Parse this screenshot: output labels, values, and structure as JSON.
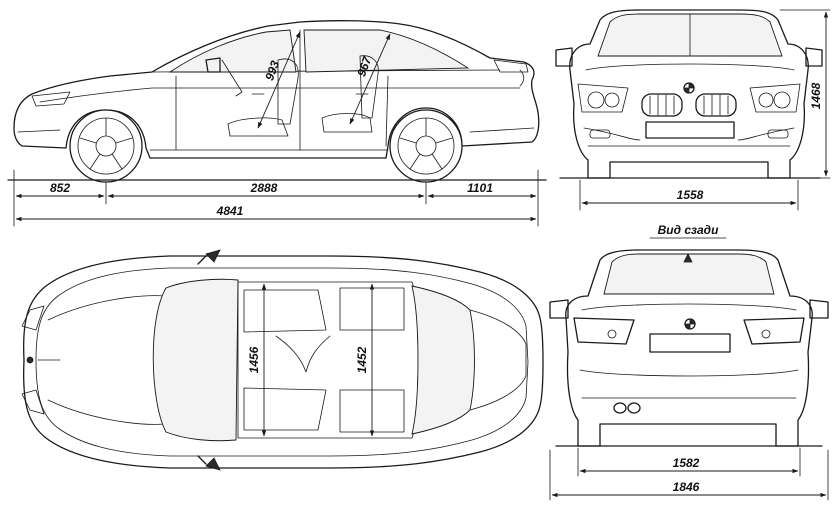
{
  "colors": {
    "line": "#1a1a1a",
    "paper": "#ffffff",
    "glass": "#f3f3f3"
  },
  "labels": {
    "rear_view_title": "Вид сзади"
  },
  "dimensions": {
    "side_front_overhang": "852",
    "side_wheelbase": "2888",
    "side_rear_overhang": "1101",
    "side_total_length": "4841",
    "side_front_seat_height": "993",
    "side_rear_seat_height": "967",
    "front_track": "1558",
    "front_height": "1468",
    "top_front_width": "1456",
    "top_rear_width": "1452",
    "rear_track": "1582",
    "rear_total_width": "1846"
  },
  "logos": {
    "front_badge": "BMW",
    "rear_badge": "BMW"
  }
}
